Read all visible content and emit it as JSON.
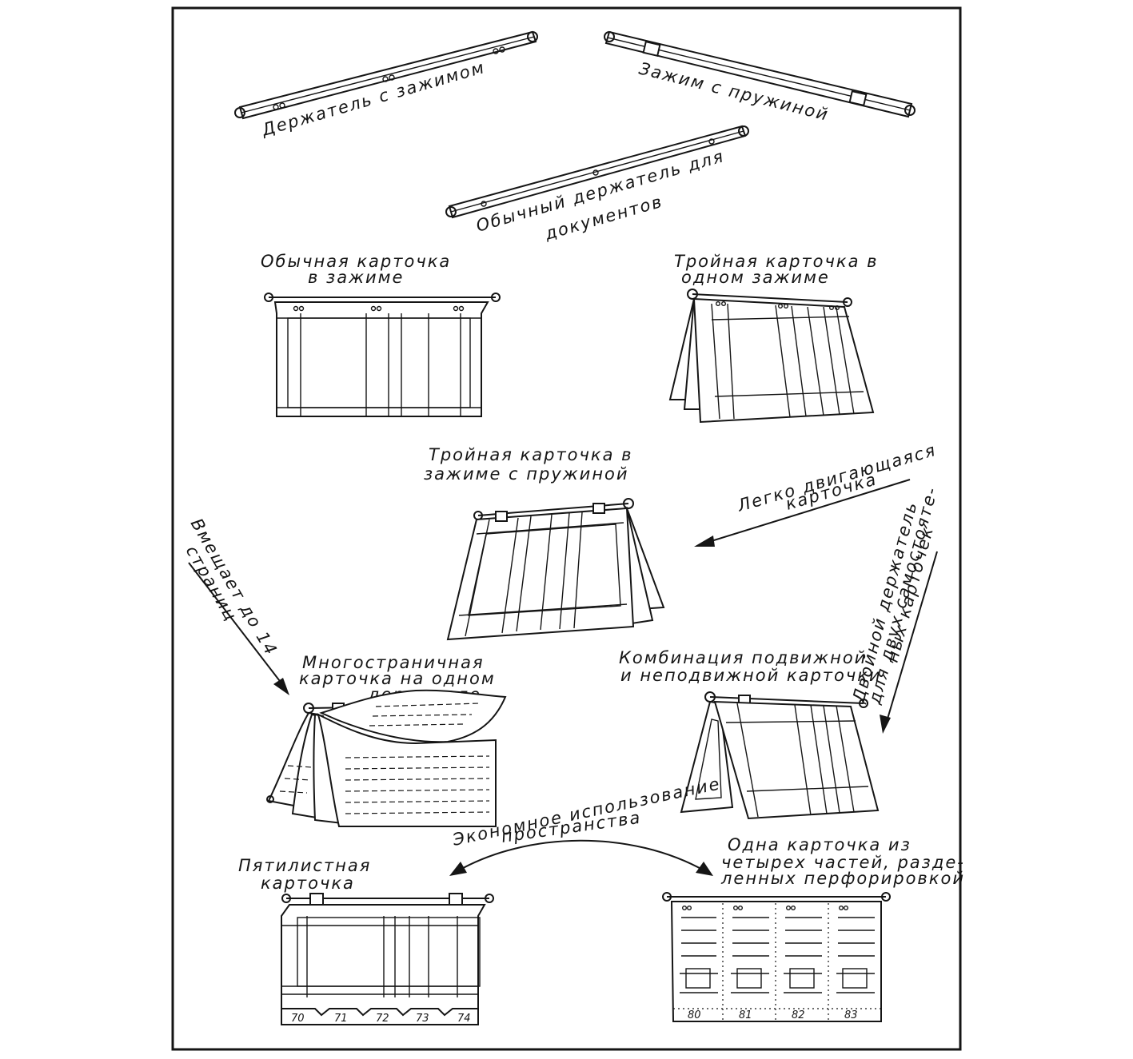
{
  "labels": {
    "holder_with_clip": "Держатель с зажимом",
    "spring_clip": "Зажим с пружиной",
    "doc_holder_1": "Обычный держатель для",
    "doc_holder_2": "документов",
    "single_card_1": "Обычная карточка",
    "single_card_2": "в зажиме",
    "triple_card_1": "Тройная карточка в",
    "triple_card_2": "одном зажиме",
    "triple_spring_1": "Тройная карточка в",
    "triple_spring_2": "зажиме с пружиной",
    "easy_move_1": "Легко двигающаяся",
    "easy_move_2": "карточка",
    "double_holder_1": "Двойной держатель",
    "double_holder_2": "для двух самостояте-",
    "double_holder_3": "ных карточек",
    "capacity_1": "Вмещает до 14",
    "capacity_2": "страниц",
    "multipage_1": "Многостраничная",
    "multipage_2": "карточка на одном",
    "multipage_3": "держателе",
    "combo_1": "Комбинация подвижной",
    "combo_2": "и неподвижной карточки",
    "economy_1": "Экономное использование",
    "economy_2": "пространства",
    "five_leaf_1": "Пятилистная",
    "five_leaf_2": "карточка",
    "four_part_1": "Одна карточка из",
    "four_part_2": "четырех частей, разде-",
    "four_part_3": "ленных перфорировкой"
  },
  "five_leaf_tabs": [
    "70",
    "71",
    "72",
    "73",
    "74"
  ],
  "four_part_numbers": [
    "80",
    "81",
    "82",
    "83"
  ]
}
